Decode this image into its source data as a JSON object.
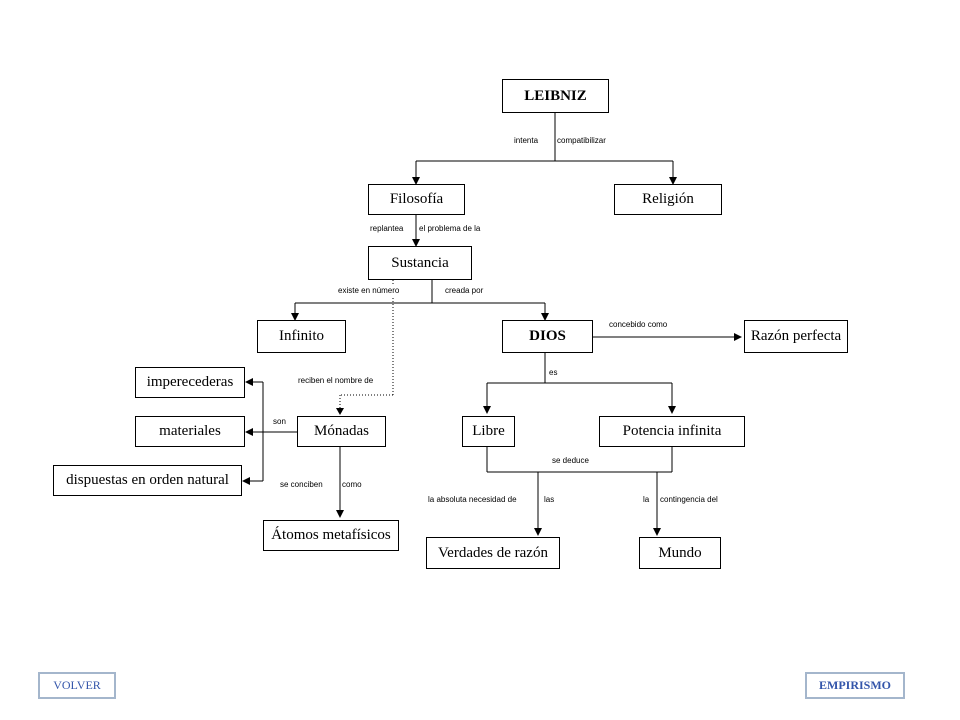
{
  "nodes": {
    "leibniz": "LEIBNIZ",
    "filosofia": "Filosofía",
    "religion": "Religión",
    "sustancia": "Sustancia",
    "infinito": "Infinito",
    "dios": "DIOS",
    "razon_perfecta": "Razón perfecta",
    "imperecederas": "imperecederas",
    "materiales": "materiales",
    "dispuestas": "dispuestas en orden natural",
    "monadas": "Mónadas",
    "libre": "Libre",
    "potencia_infinita": "Potencia infinita",
    "atomos": "Átomos metafísicos",
    "verdades": "Verdades de razón",
    "mundo": "Mundo"
  },
  "labels": {
    "intenta": "intenta",
    "compatibilizar": "compatibilizar",
    "replantea": "replantea",
    "problema": "el problema de la",
    "existe": "existe en número",
    "creada": "creada por",
    "concebido": "concebido como",
    "reciben": "reciben el nombre de",
    "son": "son",
    "es": "es",
    "se_deduce": "se deduce",
    "se_conciben": "se conciben",
    "como": "como",
    "absoluta": "la absoluta necesidad de",
    "las": "las",
    "la": "la",
    "contingencia": "contingencia del"
  },
  "nav": {
    "volver": "VOLVER",
    "empirismo": "EMPIRISMO"
  },
  "colors": {
    "nav_border": "#a4b6cc",
    "nav_text": "#3355aa"
  }
}
